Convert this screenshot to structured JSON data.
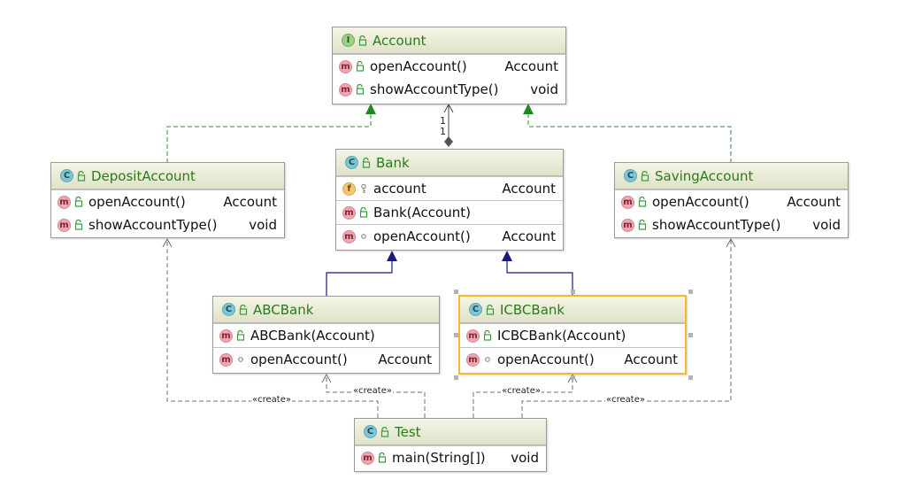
{
  "classes": {
    "account": {
      "kind": "I",
      "name": "Account",
      "rows": [
        {
          "name": "openAccount()",
          "type": "Account"
        },
        {
          "name": "showAccountType()",
          "type": "void"
        }
      ]
    },
    "deposit": {
      "kind": "C",
      "name": "DepositAccount",
      "rows": [
        {
          "name": "openAccount()",
          "type": "Account"
        },
        {
          "name": "showAccountType()",
          "type": "void"
        }
      ]
    },
    "bank": {
      "kind": "C",
      "name": "Bank",
      "field": {
        "name": "account",
        "type": "Account"
      },
      "ctor": {
        "name": "Bank(Account)"
      },
      "method": {
        "name": "openAccount()",
        "type": "Account"
      }
    },
    "saving": {
      "kind": "C",
      "name": "SavingAccount",
      "rows": [
        {
          "name": "openAccount()",
          "type": "Account"
        },
        {
          "name": "showAccountType()",
          "type": "void"
        }
      ]
    },
    "abc": {
      "kind": "C",
      "name": "ABCBank",
      "ctor": {
        "name": "ABCBank(Account)"
      },
      "method": {
        "name": "openAccount()",
        "type": "Account"
      }
    },
    "icbc": {
      "kind": "C",
      "name": "ICBCBank",
      "ctor": {
        "name": "ICBCBank(Account)"
      },
      "method": {
        "name": "openAccount()",
        "type": "Account"
      }
    },
    "test": {
      "kind": "C",
      "name": "Test",
      "method": {
        "name": "main(String[])",
        "type": "void"
      }
    }
  },
  "badges": {
    "field": "f",
    "method": "m"
  },
  "relations": {
    "create_label": "«create»",
    "multiplicity_top": "1",
    "multiplicity_bottom": "1"
  },
  "colors": {
    "realization": "#2e8b2e",
    "generalization": "#1a1a80",
    "dependency": "#6e6e6e",
    "title_green": "#2a7a1a",
    "selection": "#f0bc2a"
  },
  "icons": {
    "public": "open-lock-icon",
    "package": "circle-dot-icon",
    "field_key": "key-icon"
  }
}
